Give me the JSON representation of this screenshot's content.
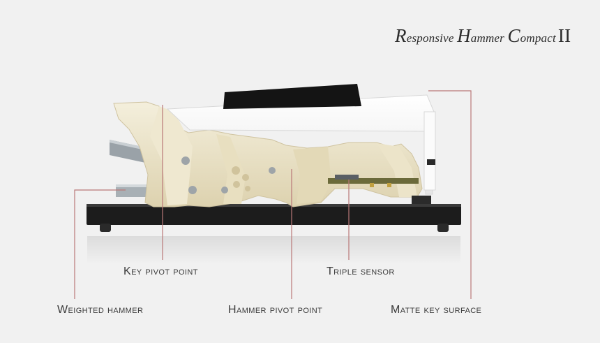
{
  "title": {
    "r_cap": "R",
    "r_rest": "esponsive",
    "h_cap": "H",
    "h_rest": "ammer",
    "c_cap": "C",
    "c_rest": "ompact",
    "roman": "II"
  },
  "labels": {
    "key_pivot_point": "Key pivot point",
    "weighted_hammer": "Weighted hammer",
    "hammer_pivot_point": "Hammer pivot point",
    "triple_sensor": "Triple sensor",
    "matte_key_surface": "Matte key surface"
  },
  "colors": {
    "background": "#f1f1f1",
    "callout_line": "#b97878",
    "base": "#1c1c1c",
    "ivory": "#ece4c9",
    "white_key": "#f8f8f8",
    "black_key": "#141414"
  }
}
